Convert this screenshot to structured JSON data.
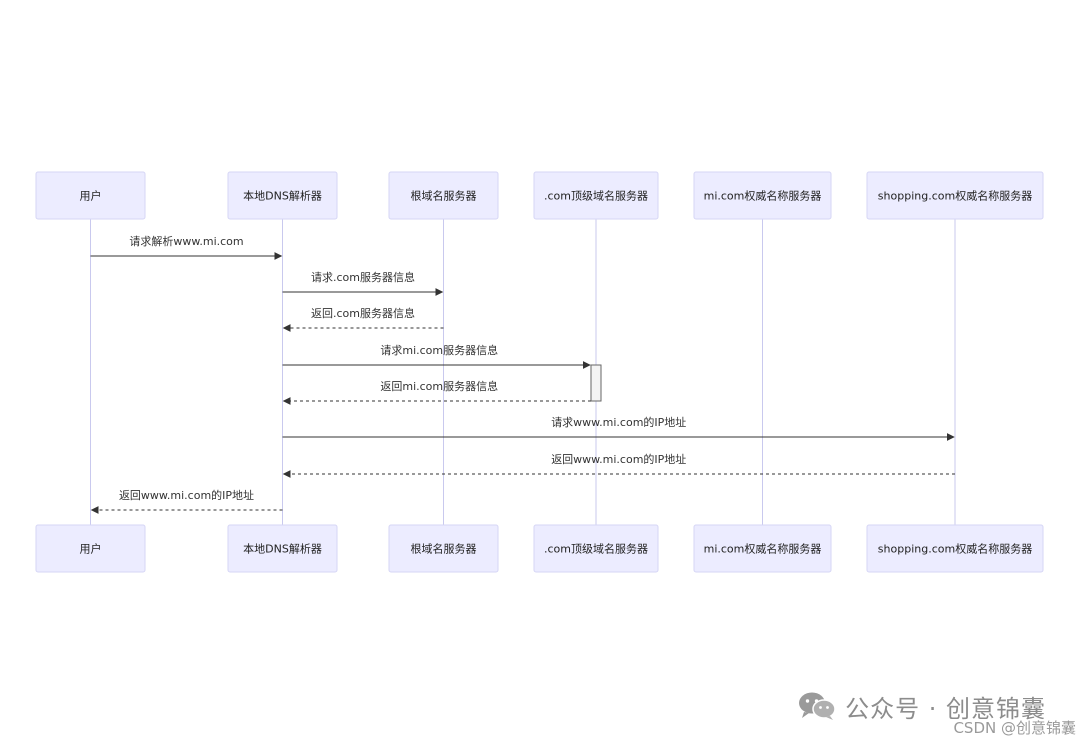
{
  "diagram": {
    "type": "sequence",
    "participants": [
      {
        "id": "user",
        "label": "用户"
      },
      {
        "id": "local",
        "label": "本地DNS解析器"
      },
      {
        "id": "root",
        "label": "根域名服务器"
      },
      {
        "id": "tld",
        "label": ".com顶级域名服务器"
      },
      {
        "id": "mi",
        "label": "mi.com权威名称服务器"
      },
      {
        "id": "shop",
        "label": "shopping.com权威名称服务器"
      }
    ],
    "messages": [
      {
        "from": "user",
        "to": "local",
        "label": "请求解析www.mi.com",
        "style": "solid"
      },
      {
        "from": "local",
        "to": "root",
        "label": "请求.com服务器信息",
        "style": "solid"
      },
      {
        "from": "root",
        "to": "local",
        "label": "返回.com服务器信息",
        "style": "dashed"
      },
      {
        "from": "local",
        "to": "tld",
        "label": "请求mi.com服务器信息",
        "style": "solid"
      },
      {
        "from": "tld",
        "to": "local",
        "label": "返回mi.com服务器信息",
        "style": "dashed"
      },
      {
        "from": "local",
        "to": "shop",
        "label": "请求www.mi.com的IP地址",
        "style": "solid"
      },
      {
        "from": "shop",
        "to": "local",
        "label": "返回www.mi.com的IP地址",
        "style": "dashed"
      },
      {
        "from": "local",
        "to": "user",
        "label": "返回www.mi.com的IP地址",
        "style": "dashed"
      }
    ],
    "activations": [
      {
        "participant": "tld",
        "from_message": 3,
        "to_message": 4
      }
    ]
  },
  "watermark": {
    "icon": "wechat-icon",
    "account": "公众号 · 创意锦囊",
    "csdn": "CSDN @创意锦囊"
  }
}
